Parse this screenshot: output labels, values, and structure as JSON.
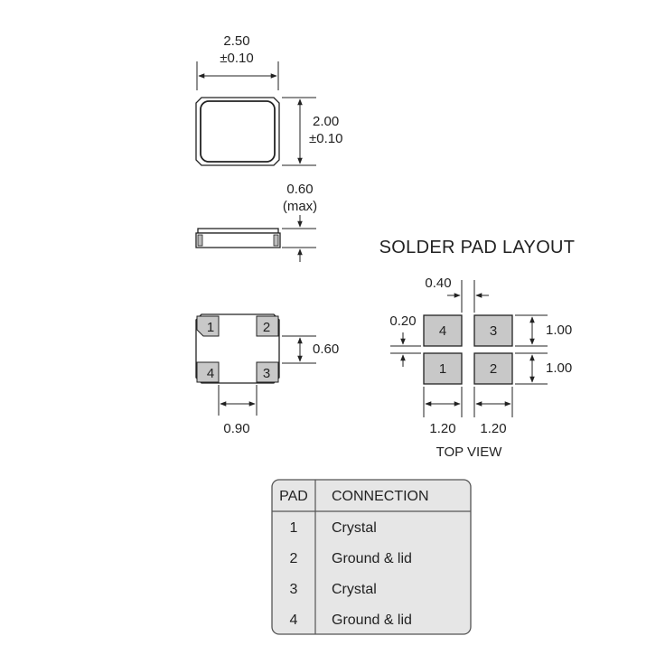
{
  "package": {
    "width_label": "2.50",
    "width_tol": "±0.10",
    "height_label": "2.00",
    "height_tol": "±0.10",
    "thickness_label": "0.60",
    "thickness_note": "(max)",
    "pad_pitch_label": "0.60",
    "pad_width_label": "0.90",
    "pads": [
      "1",
      "2",
      "3",
      "4"
    ]
  },
  "solder_layout": {
    "title": "SOLDER PAD LAYOUT",
    "gap_x_label": "0.40",
    "gap_y_label": "0.20",
    "pad_h_top_label": "1.00",
    "pad_h_bottom_label": "1.00",
    "pad_w_left_label": "1.20",
    "pad_w_right_label": "1.20",
    "pads_top": [
      "4",
      "3"
    ],
    "pads_bottom": [
      "1",
      "2"
    ],
    "view_label": "TOP VIEW"
  },
  "table": {
    "headers": [
      "PAD",
      "CONNECTION"
    ],
    "rows": [
      {
        "pad": "1",
        "connection": "Crystal"
      },
      {
        "pad": "2",
        "connection": "Ground & lid"
      },
      {
        "pad": "3",
        "connection": "Crystal"
      },
      {
        "pad": "4",
        "connection": "Ground & lid"
      }
    ]
  },
  "colors": {
    "line": "#222222",
    "pad_fill": "#c8c8c8",
    "table_fill": "#e6e6e6"
  }
}
